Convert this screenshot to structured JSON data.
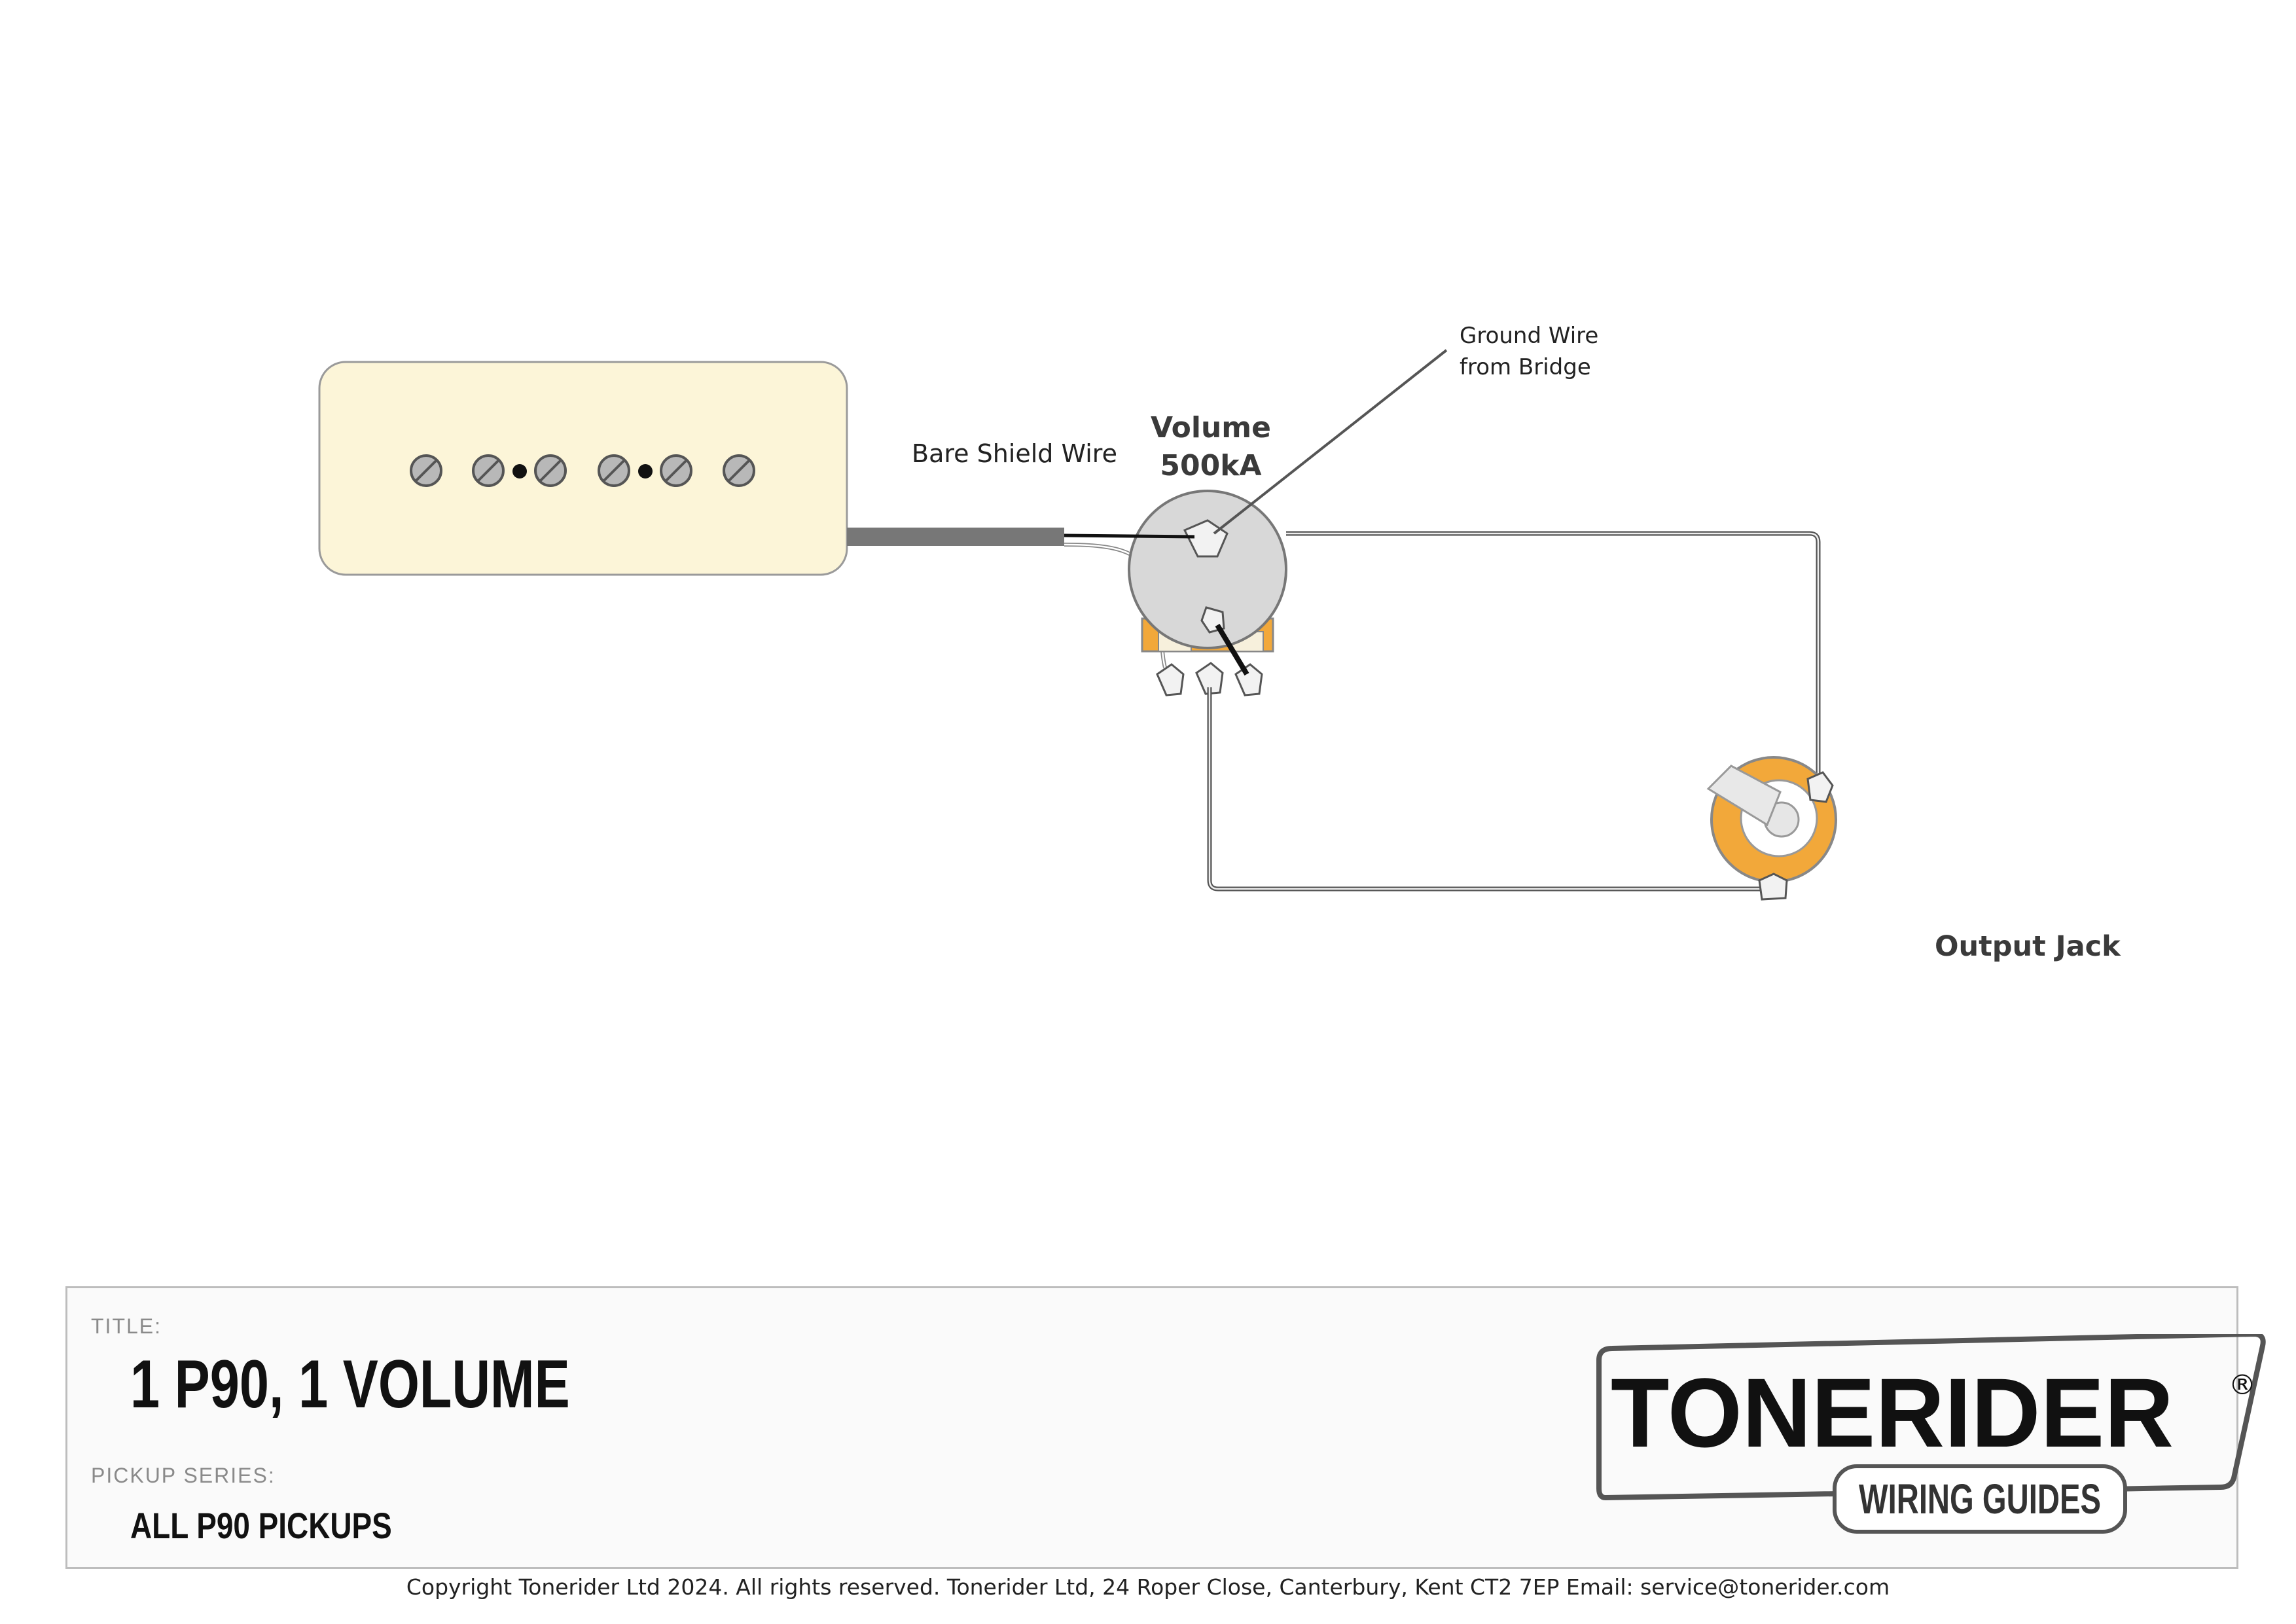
{
  "labels": {
    "bare_shield_wire": "Bare Shield Wire",
    "volume_name": "Volume",
    "volume_value": "500kA",
    "ground_wire_line1": "Ground Wire",
    "ground_wire_line2": "from Bridge",
    "output_jack": "Output Jack"
  },
  "title_block": {
    "title_caption": "TITLE:",
    "title": "1 P90, 1 VOLUME",
    "series_caption": "PICKUP SERIES:",
    "series": "ALL P90 PICKUPS"
  },
  "logo": {
    "brand": "TONERIDER",
    "registered": "®",
    "subtitle": "WIRING GUIDES"
  },
  "footer": {
    "copyright": "Copyright Tonerider Ltd 2024. All rights reserved. Tonerider Ltd, 24 Roper Close, Canterbury, Kent CT2 7EP Email: service@tonerider.com"
  },
  "colors": {
    "pickup_cover": "#fcf5d8",
    "cable": "#777777",
    "wire": "#555555",
    "lug_orange": "#f2a83a",
    "pot_body": "#d8d8d8"
  }
}
